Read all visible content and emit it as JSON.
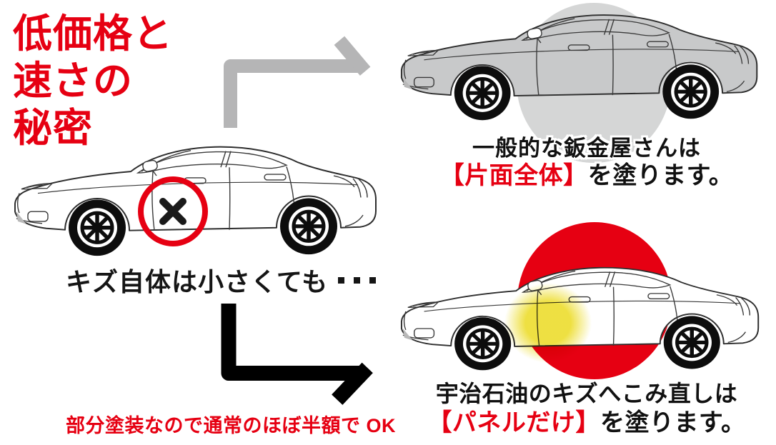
{
  "headline": {
    "line1": "低価格と",
    "line2": "速さの",
    "line3": "秘密",
    "color": "#e60012"
  },
  "left_section": {
    "caption": "キズ自体は小さくても",
    "caption_dots": "・・・",
    "damage_marker_color": "#e60012",
    "damage_marker_symbol": "×"
  },
  "top_right_section": {
    "caption_line1": "一般的な鈑金屋さんは",
    "caption_line2_highlight": "【片面全体】",
    "caption_line2_rest": "を塗ります。",
    "highlight_color": "#e60012",
    "car_fill_color": "#c8c9ca",
    "spray_area_color": "#d5d6d6"
  },
  "bottom_right_section": {
    "caption_line1": "宇治石油のキズへこみ直しは",
    "caption_line2_highlight": "【パネルだけ】",
    "caption_line2_rest": "を塗ります。",
    "highlight_color": "#e60012",
    "car_fill_color": "#ffffff",
    "spray_area_color": "#e60012",
    "panel_spot_color": "#eedf3c"
  },
  "footer": {
    "note": "部分塗装なので通常のほぼ半額で OK",
    "color": "#e60012"
  },
  "arrows": {
    "to_top_right_color": "#b5b5b6",
    "to_bottom_color": "#000000"
  },
  "icons": {
    "car": "sedan-side-icon",
    "damage_marker": "x-circle-icon",
    "arrow_up": "bent-arrow-up-right-icon",
    "arrow_down": "bent-arrow-down-right-icon"
  }
}
